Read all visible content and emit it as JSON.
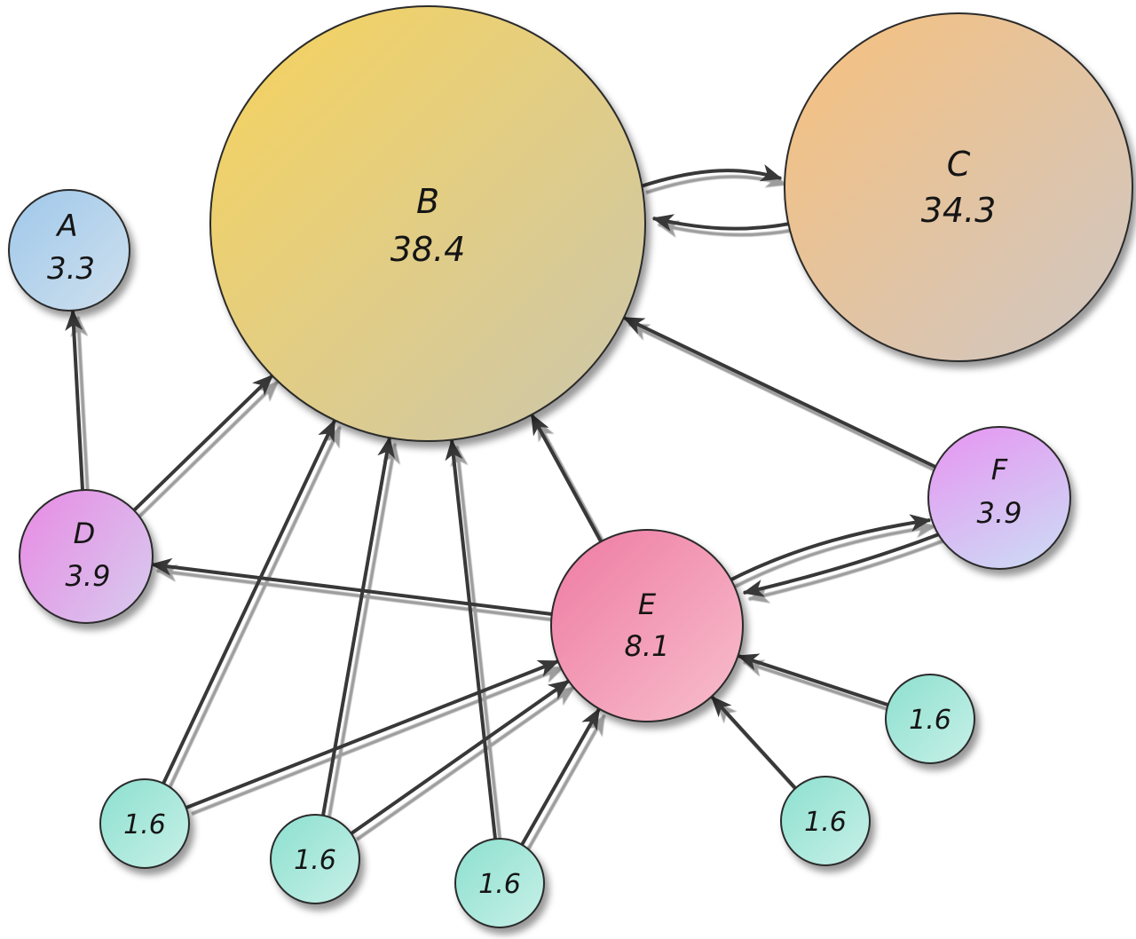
{
  "diagram": {
    "type": "directed-graph",
    "description": "PageRank example network of 11 pages with percentage scores",
    "nodes": [
      {
        "id": "A",
        "label": "A",
        "value": "3.3",
        "color_start": "#9fc8ea",
        "color_end": "#cfe0ee"
      },
      {
        "id": "B",
        "label": "B",
        "value": "38.4",
        "color_start": "#f7d35c",
        "color_end": "#ccc7ad"
      },
      {
        "id": "C",
        "label": "C",
        "value": "34.3",
        "color_start": "#f7c07c",
        "color_end": "#cfc7c5"
      },
      {
        "id": "D",
        "label": "D",
        "value": "3.9",
        "color_start": "#e78ee4",
        "color_end": "#d8c8ee"
      },
      {
        "id": "E",
        "label": "E",
        "value": "8.1",
        "color_start": "#ee7aa2",
        "color_end": "#f8bfcd"
      },
      {
        "id": "F",
        "label": "F",
        "value": "3.9",
        "color_start": "#e59af2",
        "color_end": "#cdd8f4"
      },
      {
        "id": "s1",
        "label": "",
        "value": "1.6",
        "color_start": "#8ce0cf",
        "color_end": "#c8f0e8"
      },
      {
        "id": "s2",
        "label": "",
        "value": "1.6",
        "color_start": "#8ce0cf",
        "color_end": "#c8f0e8"
      },
      {
        "id": "s3",
        "label": "",
        "value": "1.6",
        "color_start": "#8ce0cf",
        "color_end": "#c8f0e8"
      },
      {
        "id": "s4",
        "label": "",
        "value": "1.6",
        "color_start": "#8ce0cf",
        "color_end": "#c8f0e8"
      },
      {
        "id": "s5",
        "label": "",
        "value": "1.6",
        "color_start": "#8ce0cf",
        "color_end": "#c8f0e8"
      }
    ],
    "edges": [
      {
        "from": "B",
        "to": "C"
      },
      {
        "from": "C",
        "to": "B"
      },
      {
        "from": "D",
        "to": "A"
      },
      {
        "from": "D",
        "to": "B"
      },
      {
        "from": "E",
        "to": "B"
      },
      {
        "from": "E",
        "to": "D"
      },
      {
        "from": "E",
        "to": "F"
      },
      {
        "from": "F",
        "to": "B"
      },
      {
        "from": "F",
        "to": "E"
      },
      {
        "from": "s1",
        "to": "B"
      },
      {
        "from": "s1",
        "to": "E"
      },
      {
        "from": "s2",
        "to": "B"
      },
      {
        "from": "s2",
        "to": "E"
      },
      {
        "from": "s3",
        "to": "B"
      },
      {
        "from": "s3",
        "to": "E"
      },
      {
        "from": "s4",
        "to": "E"
      },
      {
        "from": "s5",
        "to": "E"
      }
    ],
    "edge_color": "#383838",
    "background": "#ffffff"
  }
}
